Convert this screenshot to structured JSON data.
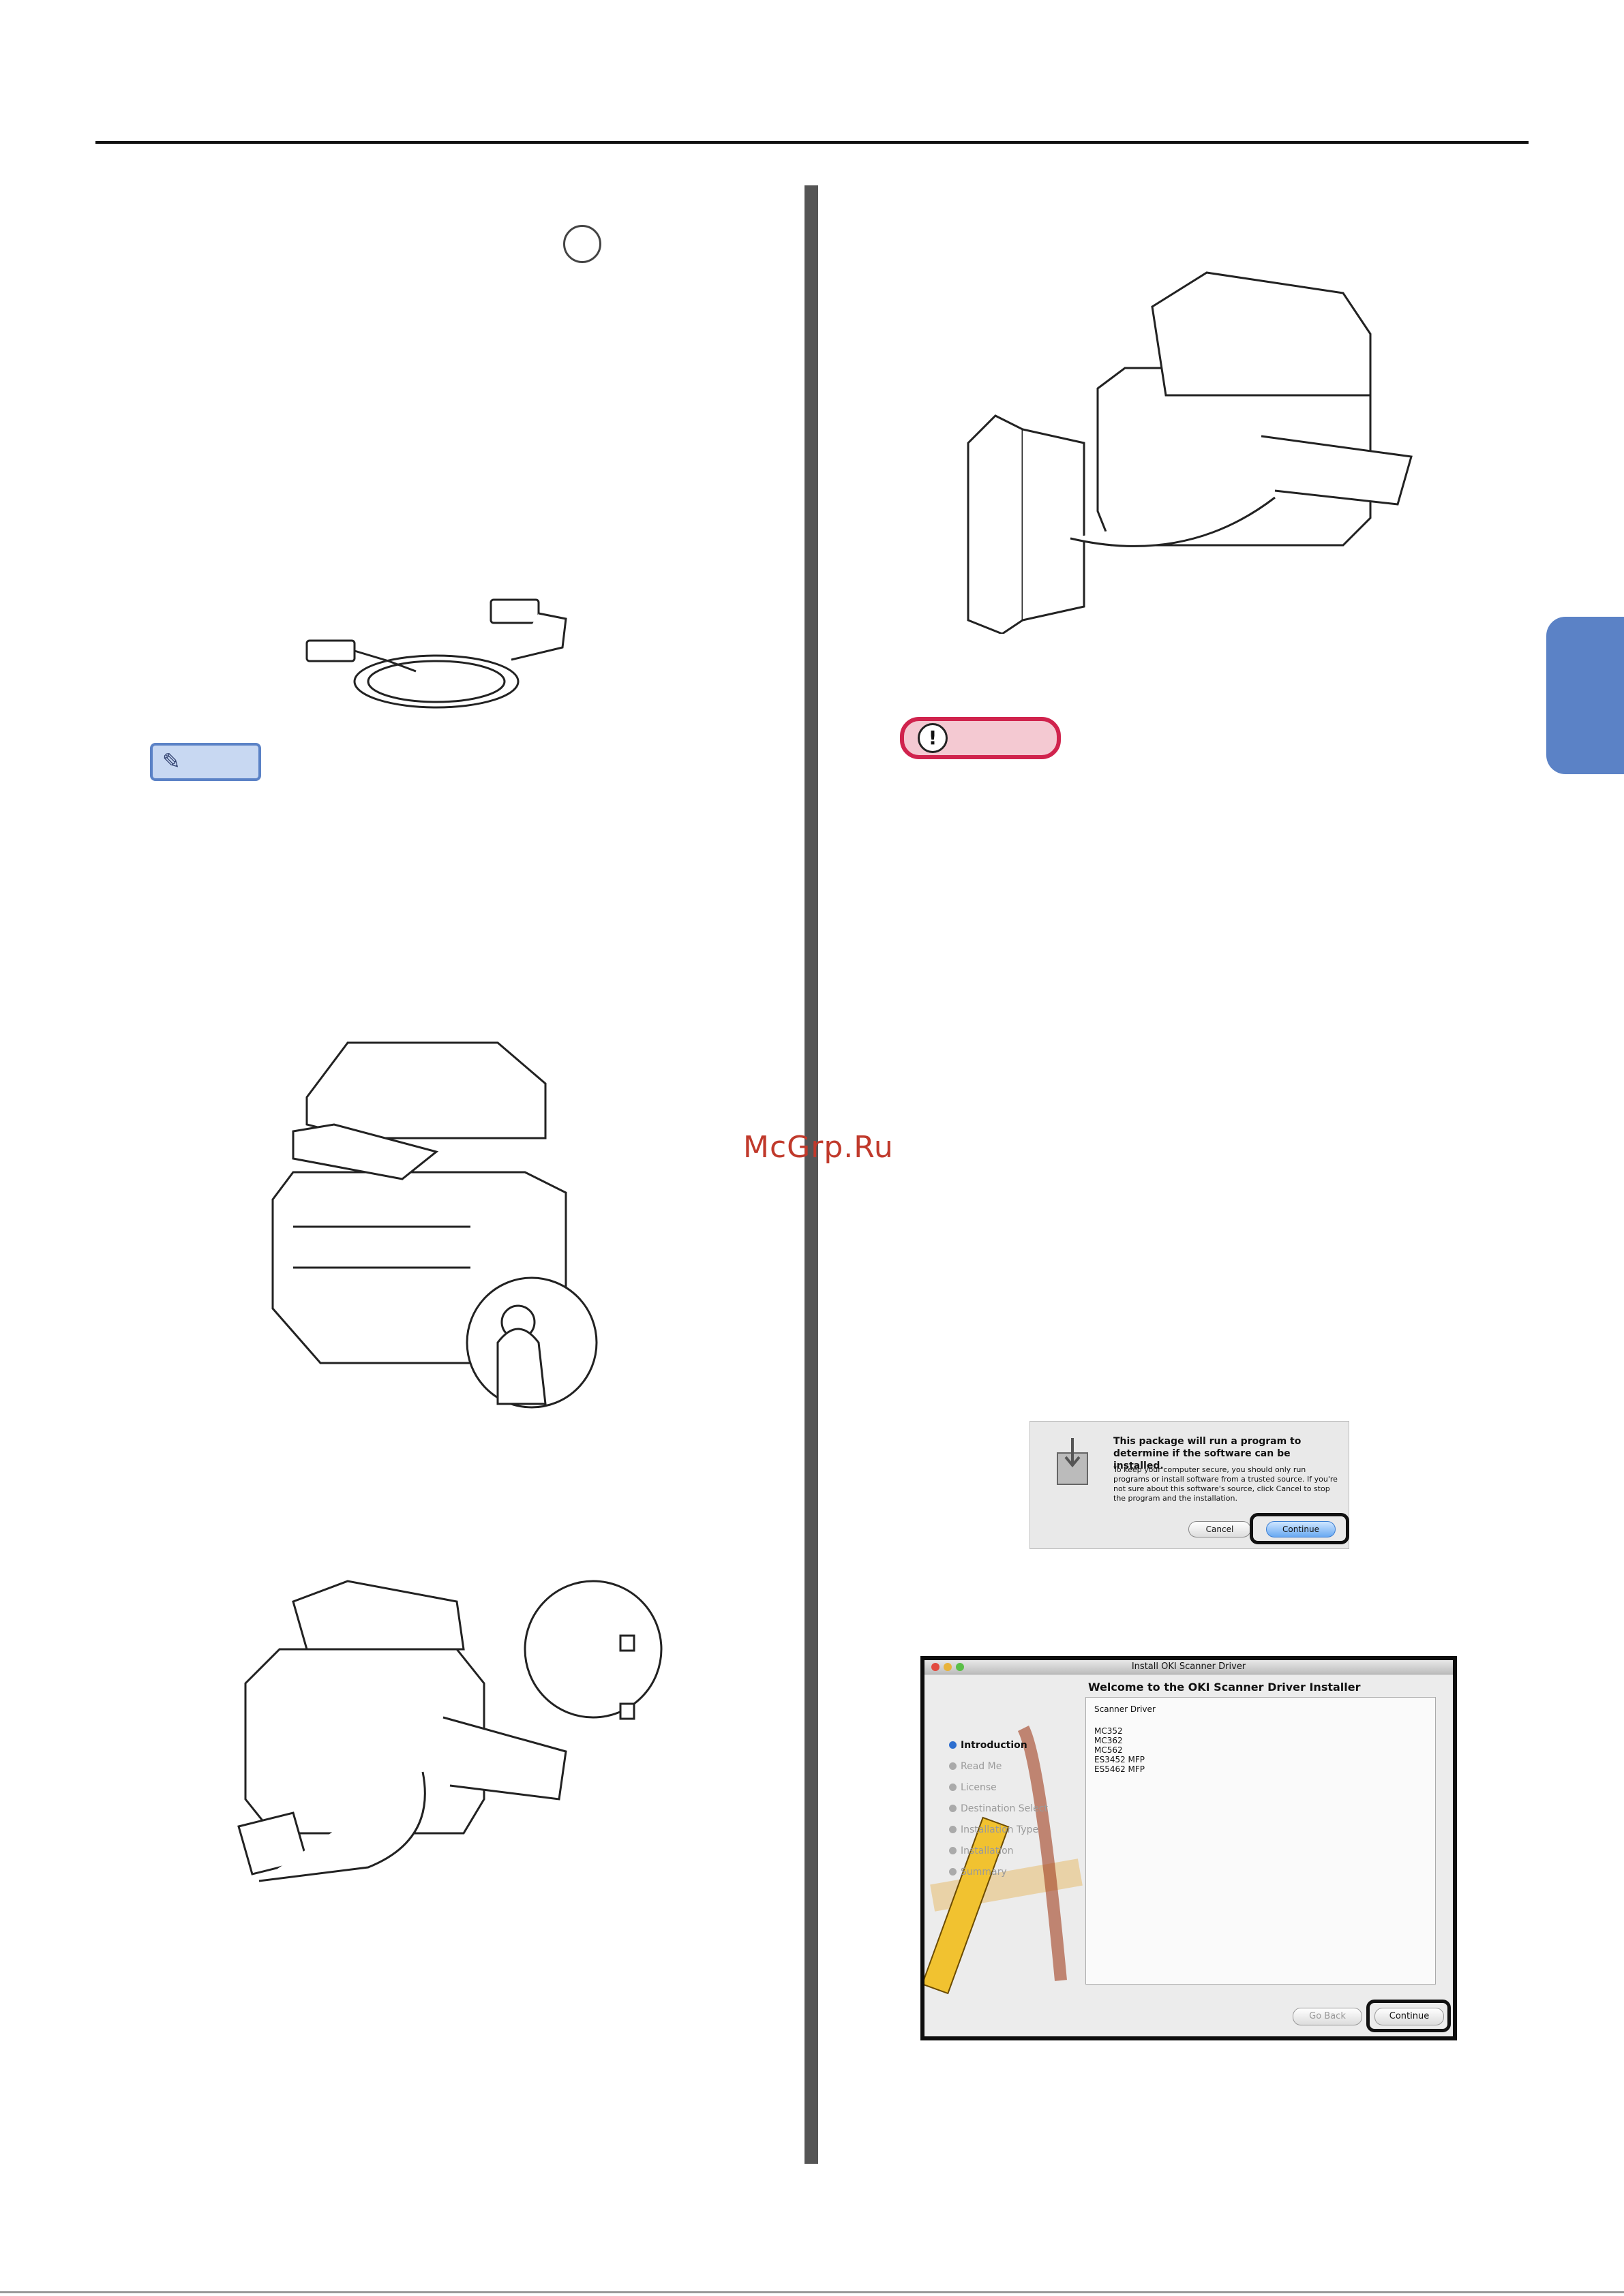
{
  "watermark": "McGrp.Ru",
  "dialog_security": {
    "title": "This package will run a program to determine if the software can be installed.",
    "body": "To keep your computer secure, you should only run programs or install software from a trusted source. If you're not sure about this software's source, click Cancel to stop the program and the installation.",
    "cancel_label": "Cancel",
    "continue_label": "Continue"
  },
  "installer": {
    "window_title": "Install OKI Scanner Driver",
    "heading": "Welcome to the OKI Scanner Driver Installer",
    "panel_head": "Scanner Driver",
    "models": [
      "MC352",
      "MC362",
      "MC562",
      "ES3452 MFP",
      "ES5462 MFP"
    ],
    "steps": [
      "Introduction",
      "Read Me",
      "License",
      "Destination Select",
      "Installation Type",
      "Installation",
      "Summary"
    ],
    "back_label": "Go Back",
    "continue_label": "Continue"
  },
  "colors": {
    "memo": "#5b82c6",
    "note": "#d0234d",
    "tab": "#5b82c6"
  }
}
